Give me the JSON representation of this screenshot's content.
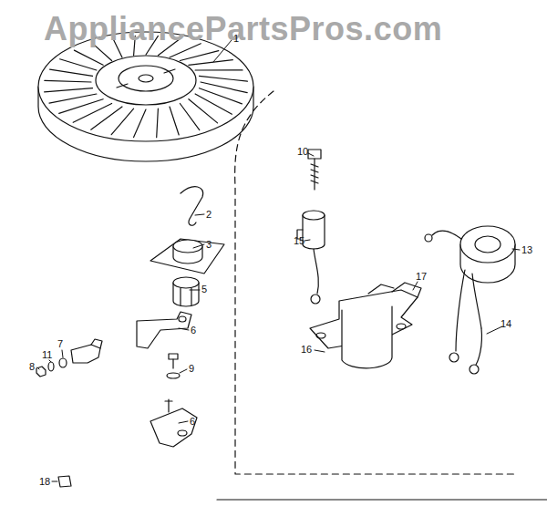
{
  "diagram": {
    "labels": [
      "AppliancePartsPros.com",
      "1",
      "10",
      "2",
      "15",
      "3",
      "13",
      "17",
      "5",
      "14",
      "6",
      "16",
      "7",
      "11",
      "9",
      "8",
      "6",
      "18"
    ]
  }
}
